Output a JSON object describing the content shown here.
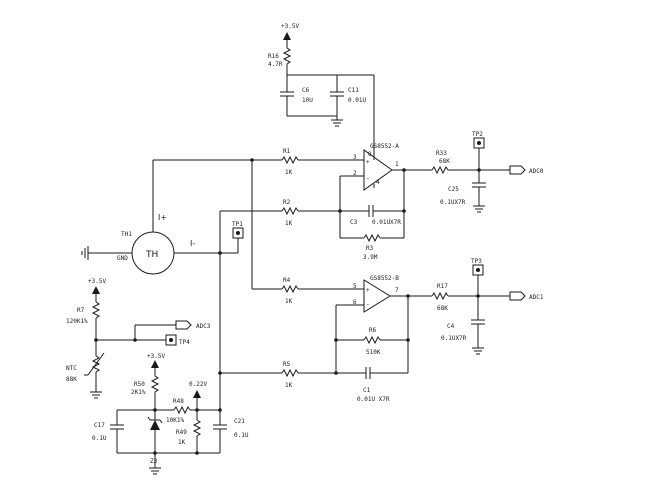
{
  "supply": {
    "top": "+3.5V",
    "left": "+3.5V",
    "mid": "+3.5V",
    "ref": "0.22V"
  },
  "resistors": {
    "r16": {
      "ref": "R16",
      "value": "4.7R"
    },
    "r1": {
      "ref": "R1",
      "value": "1K"
    },
    "r2": {
      "ref": "R2",
      "value": "1K"
    },
    "r3": {
      "ref": "R3",
      "value": "3.9M"
    },
    "r4": {
      "ref": "R4",
      "value": "1K"
    },
    "r5": {
      "ref": "R5",
      "value": "1K"
    },
    "r6": {
      "ref": "R6",
      "value": "510K"
    },
    "r7": {
      "ref": "R7",
      "value": "120K1%"
    },
    "r33": {
      "ref": "R33",
      "value": "68K"
    },
    "r17": {
      "ref": "R17",
      "value": "68K"
    },
    "r50": {
      "ref": "R50",
      "value": "2K1%"
    },
    "r48": {
      "ref": "R48",
      "value": "10K1%"
    },
    "r49": {
      "ref": "R49",
      "value": "1K"
    },
    "ntc": {
      "ref": "NTC",
      "value": "88K"
    }
  },
  "capacitors": {
    "c6": {
      "ref": "C6",
      "value": "10U"
    },
    "c11": {
      "ref": "C11",
      "value": "0.01U"
    },
    "c3": {
      "ref": "C3",
      "value": "0.01UX7R"
    },
    "c25": {
      "ref": "C25",
      "value": "0.1UX7R"
    },
    "c4": {
      "ref": "C4",
      "value": "0.1UX7R"
    },
    "c1": {
      "ref": "C1",
      "value": "0.01U X7R"
    },
    "c17": {
      "ref": "C17",
      "value": "0.1U"
    },
    "c21": {
      "ref": "C21",
      "value": "0.1U"
    }
  },
  "opamps": {
    "a": {
      "ref": "GS8552-A",
      "pin_inp": "3",
      "pin_inn": "2",
      "pin_out": "1",
      "pin_vdd": "8",
      "pin_gnd": "4"
    },
    "b": {
      "ref": "GS8552-B",
      "pin_inp": "5",
      "pin_inn": "6",
      "pin_out": "7"
    }
  },
  "sensor": {
    "ref": "TH1",
    "body": "TH",
    "gnd": "GND",
    "i_plus": "I+",
    "i_minus": "I-"
  },
  "testpoints": {
    "tp1": "TP1",
    "tp2": "TP2",
    "tp3": "TP3",
    "tp4": "TP4"
  },
  "outputs": {
    "adc0": "ADC0",
    "adc1": "ADC1",
    "adc3": "ADC3"
  },
  "zener": {
    "ref": "Z3"
  }
}
